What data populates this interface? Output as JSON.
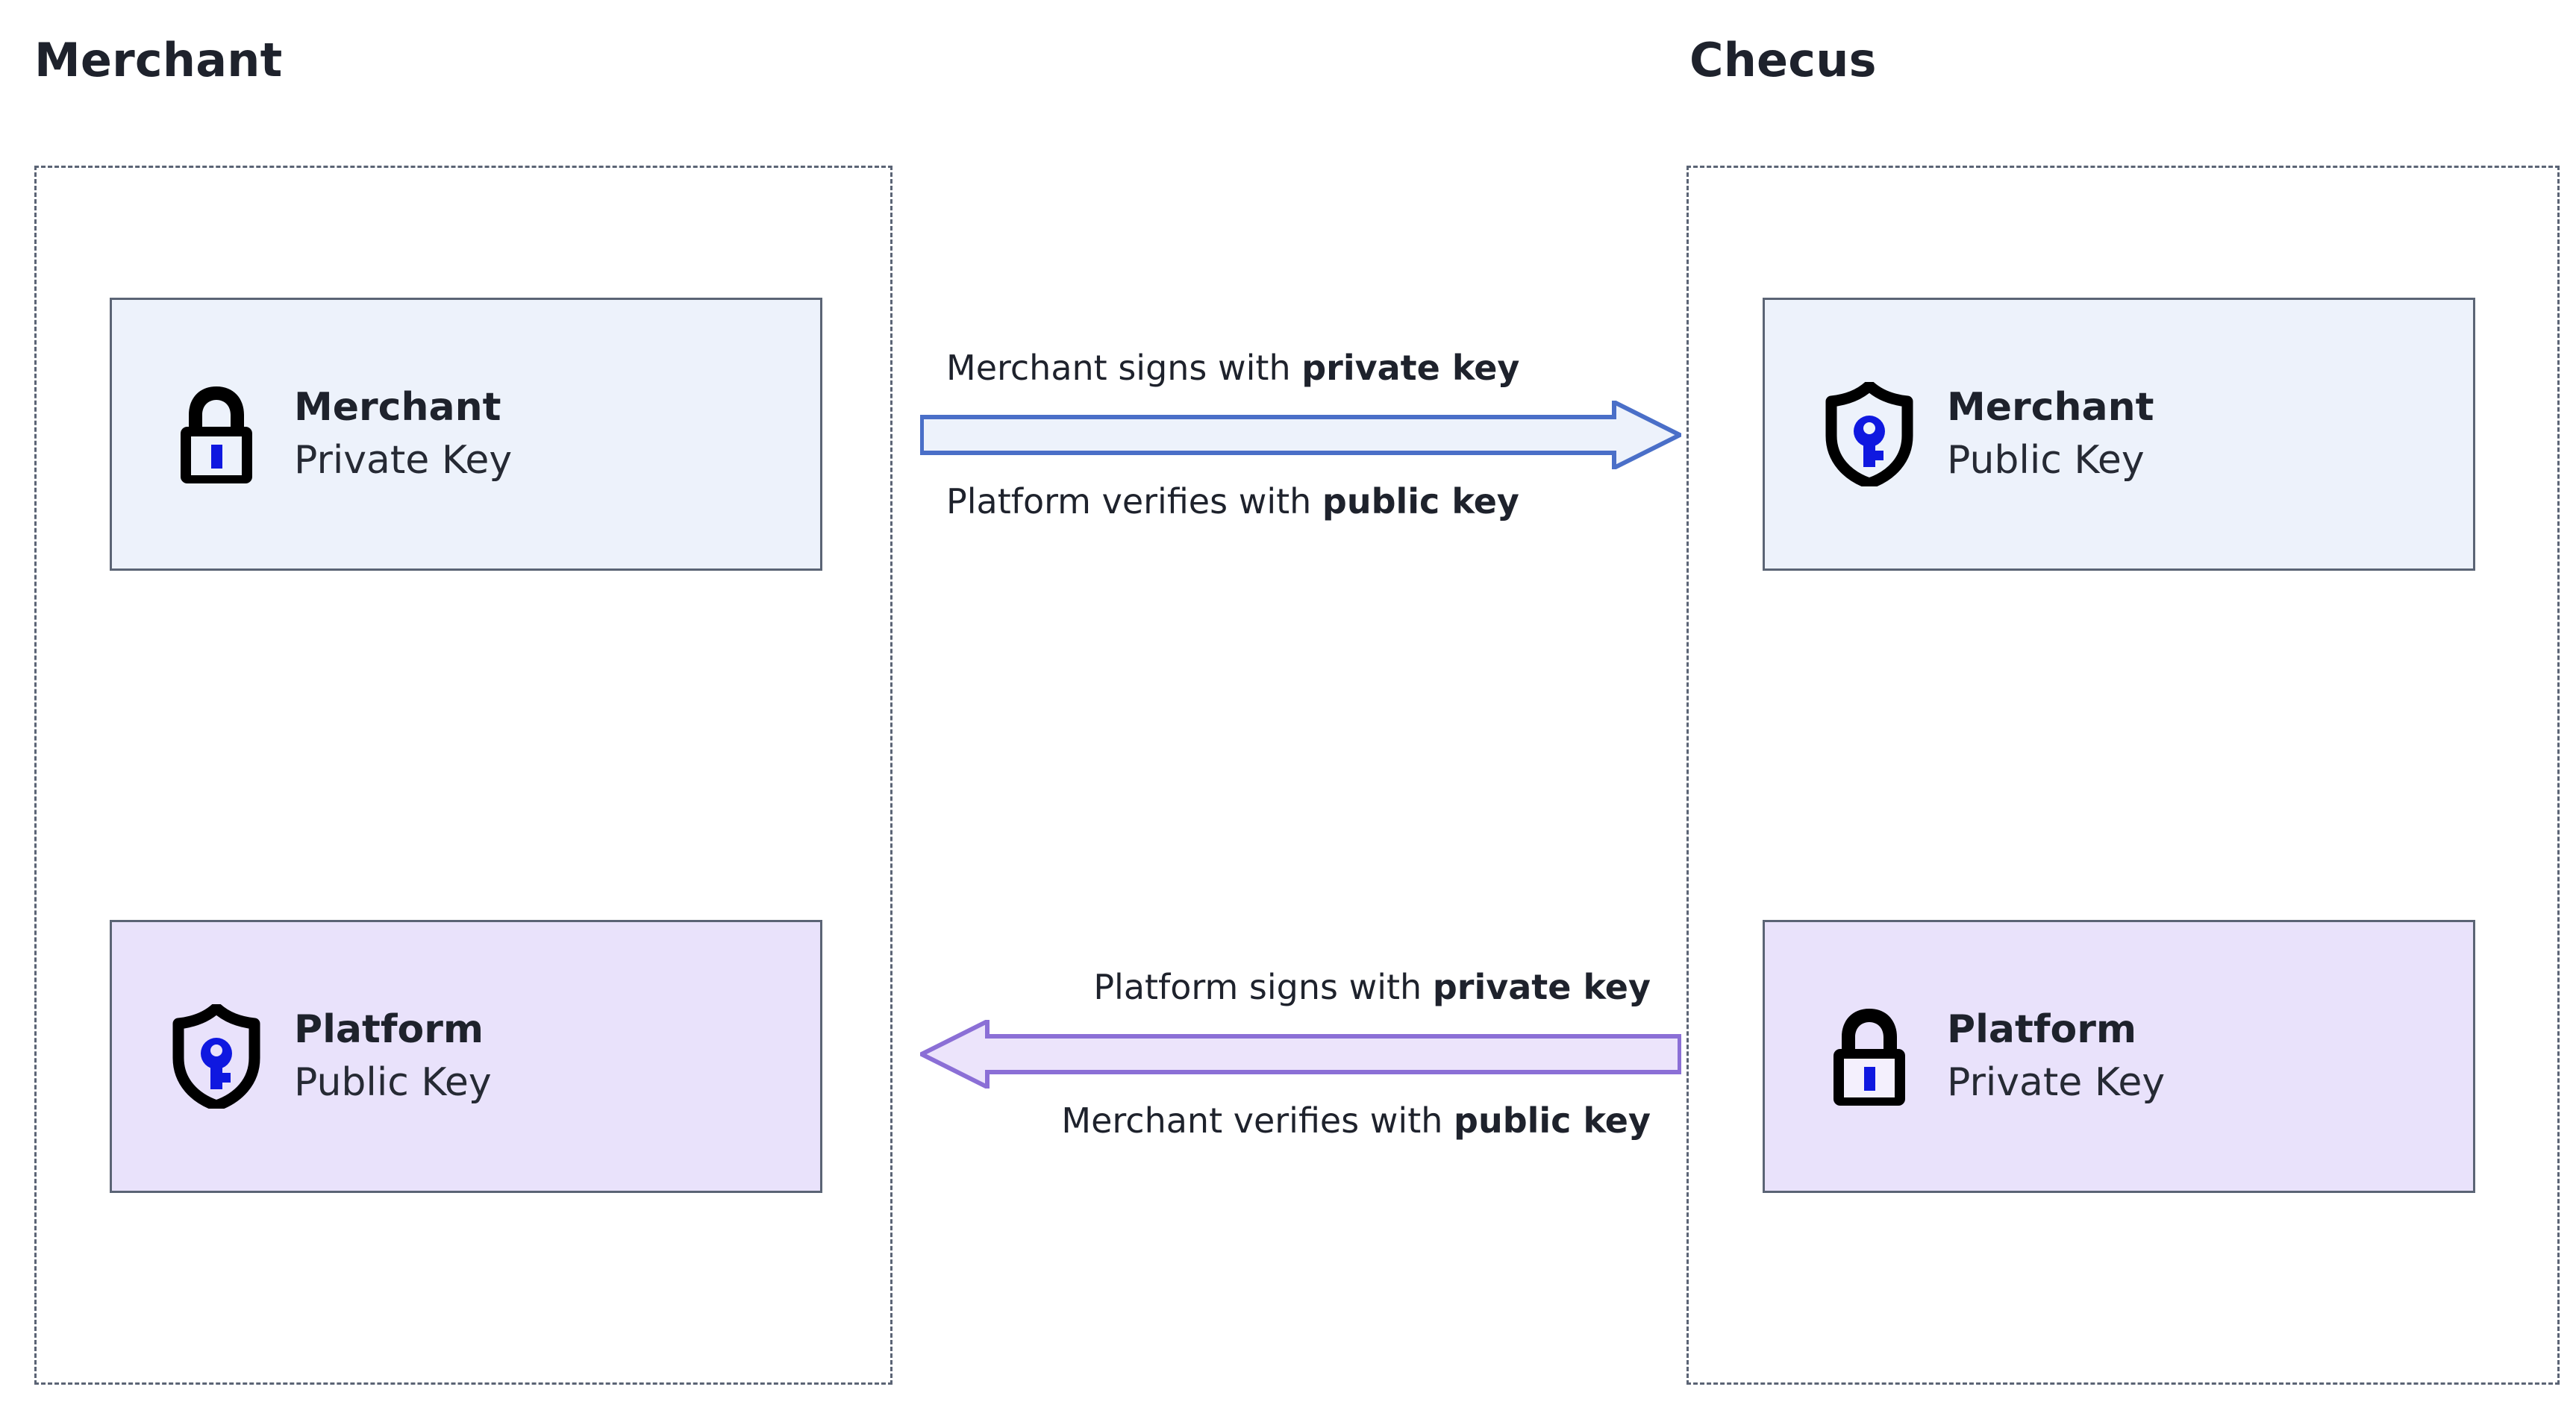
{
  "columns": {
    "left": {
      "title": "Merchant"
    },
    "right": {
      "title": "Checus"
    }
  },
  "cards": {
    "merchant_private": {
      "title": "Merchant",
      "subtitle": "Private Key",
      "icon": "padlock-icon",
      "fill": "#edf2fb",
      "border": "#5b6475",
      "accent": "#0f18e0"
    },
    "merchant_public": {
      "title": "Merchant",
      "subtitle": "Public Key",
      "icon": "shield-key-icon",
      "fill": "#edf2fb",
      "border": "#5b6475",
      "accent": "#0f18e0"
    },
    "platform_public": {
      "title": "Platform",
      "subtitle": "Public Key",
      "icon": "shield-key-icon",
      "fill": "#e9e2fb",
      "border": "#5b6475",
      "accent": "#0f18e0"
    },
    "platform_private": {
      "title": "Platform",
      "subtitle": "Private Key",
      "icon": "padlock-icon",
      "fill": "#e9e2fb",
      "border": "#5b6475",
      "accent": "#0f18e0"
    }
  },
  "flows": {
    "top": {
      "direction": "right",
      "above_prefix": "Merchant signs with ",
      "above_strong": "private key",
      "below_prefix": "Platform verifies with ",
      "below_strong": "public key",
      "arrow_fill": "#edf2fb",
      "arrow_stroke": "#4a6fc8"
    },
    "bottom": {
      "direction": "left",
      "above_prefix": "Platform signs with ",
      "above_strong": "private key",
      "below_prefix": "Merchant verifies with ",
      "below_strong": "public key",
      "arrow_fill": "#ece4fb",
      "arrow_stroke": "#8b6fd6"
    }
  },
  "zones": {
    "left_border_style": "dashed",
    "right_border_style": "dashed",
    "border_color": "#5b6475"
  }
}
